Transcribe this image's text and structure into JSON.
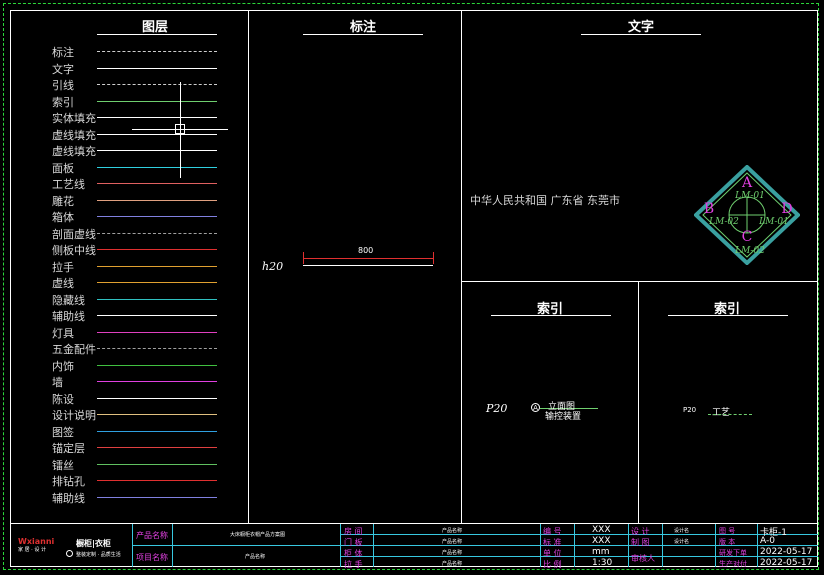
{
  "sections": {
    "layers_title": "图层",
    "annotation_title": "标注",
    "text_title": "文字",
    "index_title_left": "索引",
    "index_title_right": "索引"
  },
  "layers": [
    {
      "name": "标注",
      "color": "#cfcfcf",
      "style": "dashed"
    },
    {
      "name": "文字",
      "color": "#ffffff",
      "style": "solid"
    },
    {
      "name": "引线",
      "color": "#cfcfcf",
      "style": "dashed"
    },
    {
      "name": "索引",
      "color": "#6fcf6f",
      "style": "solid"
    },
    {
      "name": "实体填充",
      "color": "#ffffff",
      "style": "solid"
    },
    {
      "name": "虚线填充",
      "color": "#ffffff",
      "style": "solid"
    },
    {
      "name": "虚线填充",
      "color": "#ffffff",
      "style": "solid"
    },
    {
      "name": "面板",
      "color": "#2fd0e0",
      "style": "solid"
    },
    {
      "name": "工艺线",
      "color": "#e06060",
      "style": "solid"
    },
    {
      "name": "雕花",
      "color": "#e0a080",
      "style": "solid"
    },
    {
      "name": "箱体",
      "color": "#8080e0",
      "style": "solid"
    },
    {
      "name": "剖面虚线",
      "color": "#a0a0a0",
      "style": "dashed"
    },
    {
      "name": "侧板中线",
      "color": "#e03030",
      "style": "solid"
    },
    {
      "name": "拉手",
      "color": "#e0a030",
      "style": "solid"
    },
    {
      "name": "虚线",
      "color": "#e0a030",
      "style": "solid"
    },
    {
      "name": "隐藏线",
      "color": "#30c0c0",
      "style": "solid"
    },
    {
      "name": "辅助线",
      "color": "#ffffff",
      "style": "solid"
    },
    {
      "name": "灯具",
      "color": "#e040c0",
      "style": "solid"
    },
    {
      "name": "五金配件",
      "color": "#a0a0a0",
      "style": "dashed"
    },
    {
      "name": "内饰",
      "color": "#40c040",
      "style": "solid"
    },
    {
      "name": "墙",
      "color": "#e040e0",
      "style": "solid"
    },
    {
      "name": "陈设",
      "color": "#ffffff",
      "style": "solid"
    },
    {
      "name": "设计说明",
      "color": "#e0c080",
      "style": "solid"
    },
    {
      "name": "图签",
      "color": "#30a0e0",
      "style": "solid"
    },
    {
      "name": "锚定层",
      "color": "#e04040",
      "style": "solid"
    },
    {
      "name": "镭丝",
      "color": "#60c060",
      "style": "solid"
    },
    {
      "name": "排钻孔",
      "color": "#e03030",
      "style": "solid"
    },
    {
      "name": "辅助线",
      "color": "#8080e0",
      "style": "solid"
    }
  ],
  "annotation": {
    "dimension_value": "800",
    "height_label": "h20"
  },
  "text_section": {
    "address": "中华人民共和国 广东省 东莞市",
    "symbol": {
      "top_letter": "A",
      "top_code": "LM-01",
      "left_letter": "B",
      "left_code": "LM-02",
      "right_letter": "D",
      "right_code": "LM-01",
      "bottom_letter": "C",
      "bottom_code": "LM-02"
    }
  },
  "index_left": {
    "label": "P20",
    "marker": "A",
    "line1": "立面图",
    "line2": "输控装置"
  },
  "index_right": {
    "label": "P20",
    "text": "工艺"
  },
  "title_block": {
    "logo_brand": "Wxianni",
    "logo_sub": "家 居 · 设 计",
    "brand_text": "橱柜|衣柜",
    "slogan": "整装定制 · 品质生活",
    "product_name_label": "产品名称",
    "product_name_value": "大床橱柜衣帽产品方案图",
    "project_name_label": "项目名称",
    "project_name_value": "产品名称",
    "col_labels": [
      "房  间",
      "门  板",
      "柜  体",
      "拉  手"
    ],
    "col_values": [
      "产品名称",
      "产品名称",
      "产品名称",
      "产品名称"
    ],
    "mid_labels": [
      "编  号",
      "标  准",
      "单  位",
      "比  例"
    ],
    "mid_values": [
      "XXX",
      "XXX",
      "mm",
      "1:30"
    ],
    "role_labels": [
      "设  计",
      "制  图",
      "审核人"
    ],
    "role_values": [
      "设计名",
      "设计名"
    ],
    "right_labels": [
      "图  号",
      "版  本",
      "研发下单",
      "生产对付"
    ],
    "right_values": [
      "卡柜-1",
      "A-0",
      "2022-05-17",
      "2022-05-17"
    ]
  }
}
